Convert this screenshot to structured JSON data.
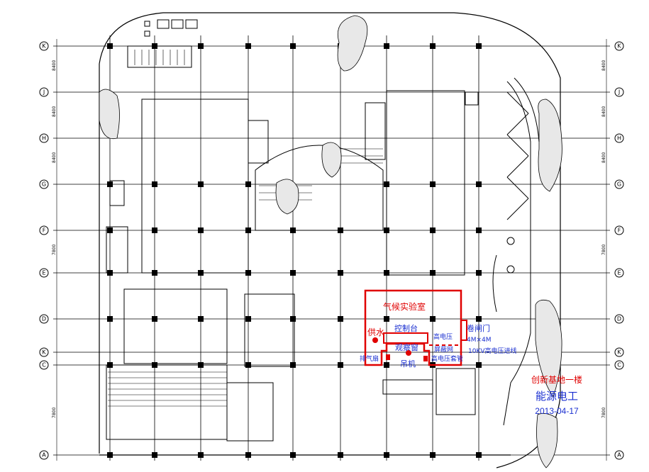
{
  "row_axes": [
    "K",
    "J",
    "H",
    "G",
    "F",
    "E",
    "D",
    "K",
    "C",
    "A"
  ],
  "side_dims": [
    "8400",
    "8400",
    "8400",
    "7800",
    "7800"
  ],
  "annotations": {
    "lab_name": "气候实验室",
    "control_desk": "控制台",
    "water_supply": "供水",
    "observation_window": "观察窗",
    "exhaust_fan": "排气扇",
    "crane": "吊机",
    "high_voltage": "高电压",
    "rolling_door": "卷闸门",
    "door_size": "4M×4M",
    "shield_net": "屏蔽网",
    "hv_bushing": "高电压套管",
    "hv_inlet": "10KV高电压进线"
  },
  "legend": {
    "project": "创新基地一楼",
    "org": "能源电工",
    "date": "2013-04-17"
  },
  "colors": {
    "red": "#e00000",
    "blue": "#1a2fd0",
    "line": "#000000"
  }
}
